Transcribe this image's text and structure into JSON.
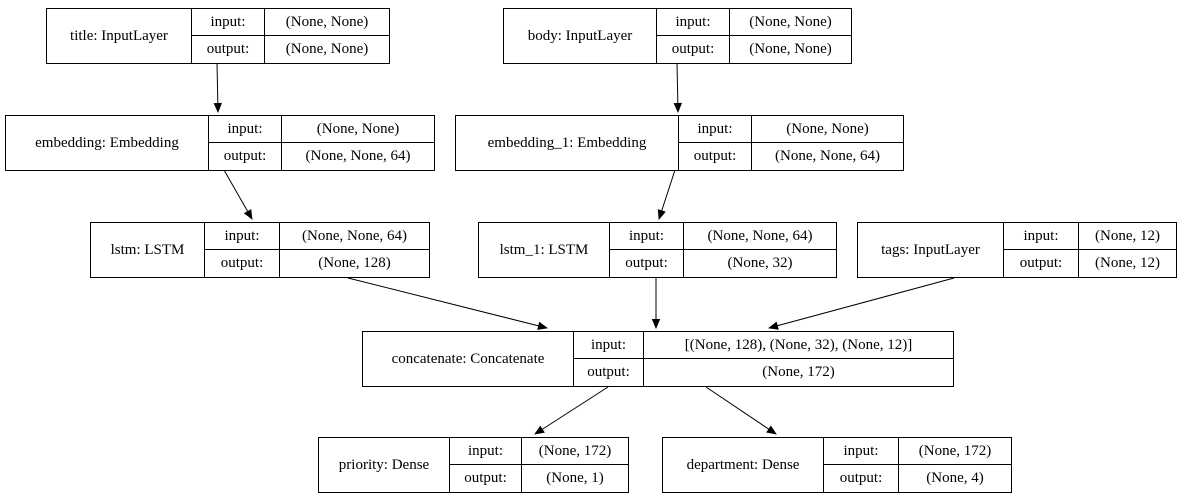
{
  "diagram": {
    "kind": "keras-model-architecture-graph",
    "field_keys": {
      "input": "input:",
      "output": "output:"
    },
    "colors": {
      "stroke": "#000000",
      "background": "#ffffff",
      "text": "#000000"
    },
    "nodes": [
      {
        "id": "title",
        "label": "title: InputLayer",
        "input": "(None, None)",
        "output": "(None, None)"
      },
      {
        "id": "body",
        "label": "body: InputLayer",
        "input": "(None, None)",
        "output": "(None, None)"
      },
      {
        "id": "embedding",
        "label": "embedding: Embedding",
        "input": "(None, None)",
        "output": "(None, None, 64)"
      },
      {
        "id": "embedding_1",
        "label": "embedding_1: Embedding",
        "input": "(None, None)",
        "output": "(None, None, 64)"
      },
      {
        "id": "lstm",
        "label": "lstm: LSTM",
        "input": "(None, None, 64)",
        "output": "(None, 128)"
      },
      {
        "id": "lstm_1",
        "label": "lstm_1: LSTM",
        "input": "(None, None, 64)",
        "output": "(None, 32)"
      },
      {
        "id": "tags",
        "label": "tags: InputLayer",
        "input": "(None, 12)",
        "output": "(None, 12)"
      },
      {
        "id": "concatenate",
        "label": "concatenate: Concatenate",
        "input": "[(None, 128), (None, 32), (None, 12)]",
        "output": "(None, 172)"
      },
      {
        "id": "priority",
        "label": "priority: Dense",
        "input": "(None, 172)",
        "output": "(None, 1)"
      },
      {
        "id": "department",
        "label": "department: Dense",
        "input": "(None, 172)",
        "output": "(None, 4)"
      }
    ],
    "edges": [
      {
        "from": "title",
        "to": "embedding"
      },
      {
        "from": "body",
        "to": "embedding_1"
      },
      {
        "from": "embedding",
        "to": "lstm"
      },
      {
        "from": "embedding_1",
        "to": "lstm_1"
      },
      {
        "from": "lstm",
        "to": "concatenate"
      },
      {
        "from": "lstm_1",
        "to": "concatenate"
      },
      {
        "from": "tags",
        "to": "concatenate"
      },
      {
        "from": "concatenate",
        "to": "priority"
      },
      {
        "from": "concatenate",
        "to": "department"
      }
    ]
  }
}
